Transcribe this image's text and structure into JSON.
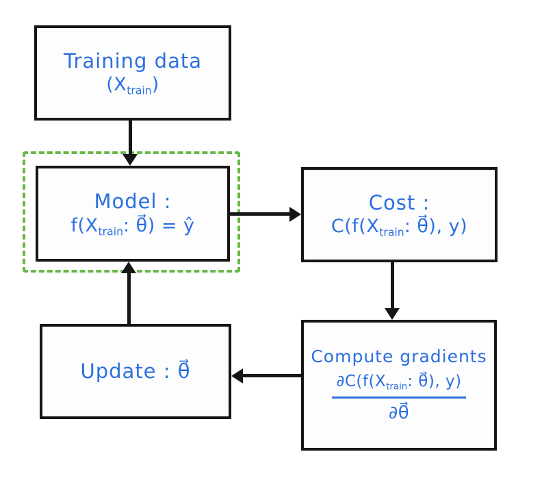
{
  "colors": {
    "ink_blue": "#2b6fe0",
    "box_black": "#161616",
    "dashed_green": "#67b845",
    "background": "#ffffff"
  },
  "nodes": {
    "training": {
      "title": "Training data",
      "formula_pre": "(X",
      "formula_sub": "train",
      "formula_post": ")"
    },
    "model": {
      "title": "Model :",
      "formula_pre": "f(X",
      "formula_sub": "train",
      "formula_post": ": θ⃗) = ŷ"
    },
    "cost": {
      "title": "Cost :",
      "formula_pre": "C(f(X",
      "formula_sub": "train",
      "formula_post": ": θ⃗), y)"
    },
    "gradients": {
      "title": "Compute gradients",
      "numerator_pre": "∂C(f(X",
      "numerator_sub": "train",
      "numerator_post": ": θ⃗), y)",
      "denominator": "∂θ⃗"
    },
    "update": {
      "title": "Update : θ⃗"
    }
  }
}
